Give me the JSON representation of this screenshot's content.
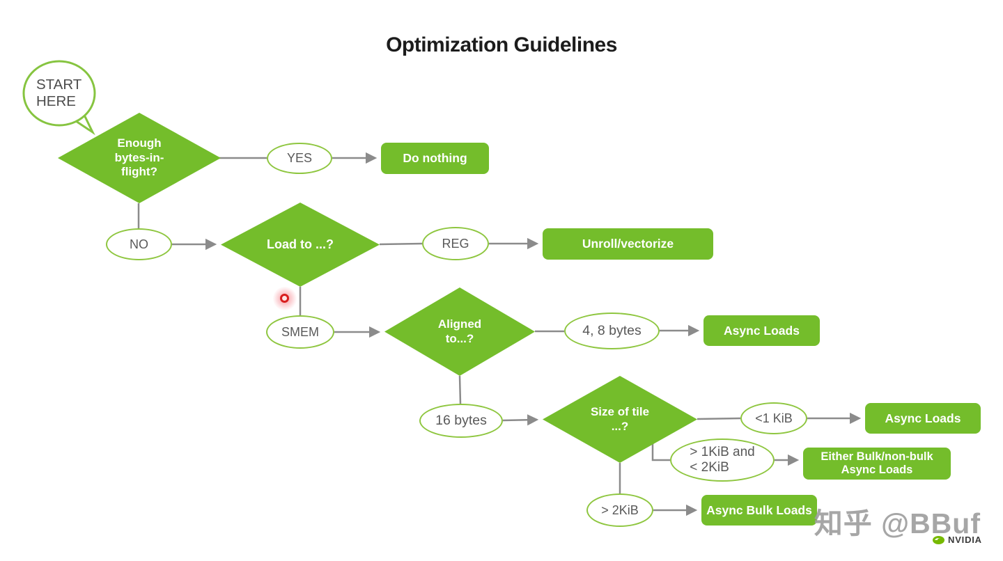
{
  "title": "Optimization Guidelines",
  "colors": {
    "node_green": "#74bd2b",
    "outline_green": "#8ec63f",
    "connector_gray": "#8b8b8b",
    "oval_text": "#595959",
    "laser_red": "#d81e1e",
    "nvidia_green": "#76b900"
  },
  "start_bubble": {
    "label": "START\nHERE"
  },
  "nodes": {
    "d1": {
      "label": "Enough\nbytes-in-\nflight?"
    },
    "yes": {
      "label": "YES"
    },
    "do_nothing": {
      "label": "Do nothing"
    },
    "no": {
      "label": "NO"
    },
    "d2": {
      "label": "Load to ...?"
    },
    "reg": {
      "label": "REG"
    },
    "unroll": {
      "label": "Unroll/vectorize"
    },
    "smem": {
      "label": "SMEM"
    },
    "d3": {
      "label": "Aligned\nto...?"
    },
    "bytes48": {
      "label": "4, 8 bytes"
    },
    "async1": {
      "label": "Async Loads"
    },
    "bytes16": {
      "label": "16 bytes"
    },
    "d4": {
      "label": "Size of tile\n...?"
    },
    "lt1kib": {
      "label": "<1 KiB"
    },
    "async2": {
      "label": "Async Loads"
    },
    "kib1to2": {
      "label": "> 1KiB and\n< 2KiB"
    },
    "either_bulk": {
      "label": "Either Bulk/non-bulk\nAsync Loads"
    },
    "gt2kib": {
      "label": "> 2KiB"
    },
    "async_bulk": {
      "label": "Async Bulk Loads"
    }
  },
  "watermark": "知乎 @BBuf",
  "logo": {
    "brand": "NVIDIA"
  }
}
